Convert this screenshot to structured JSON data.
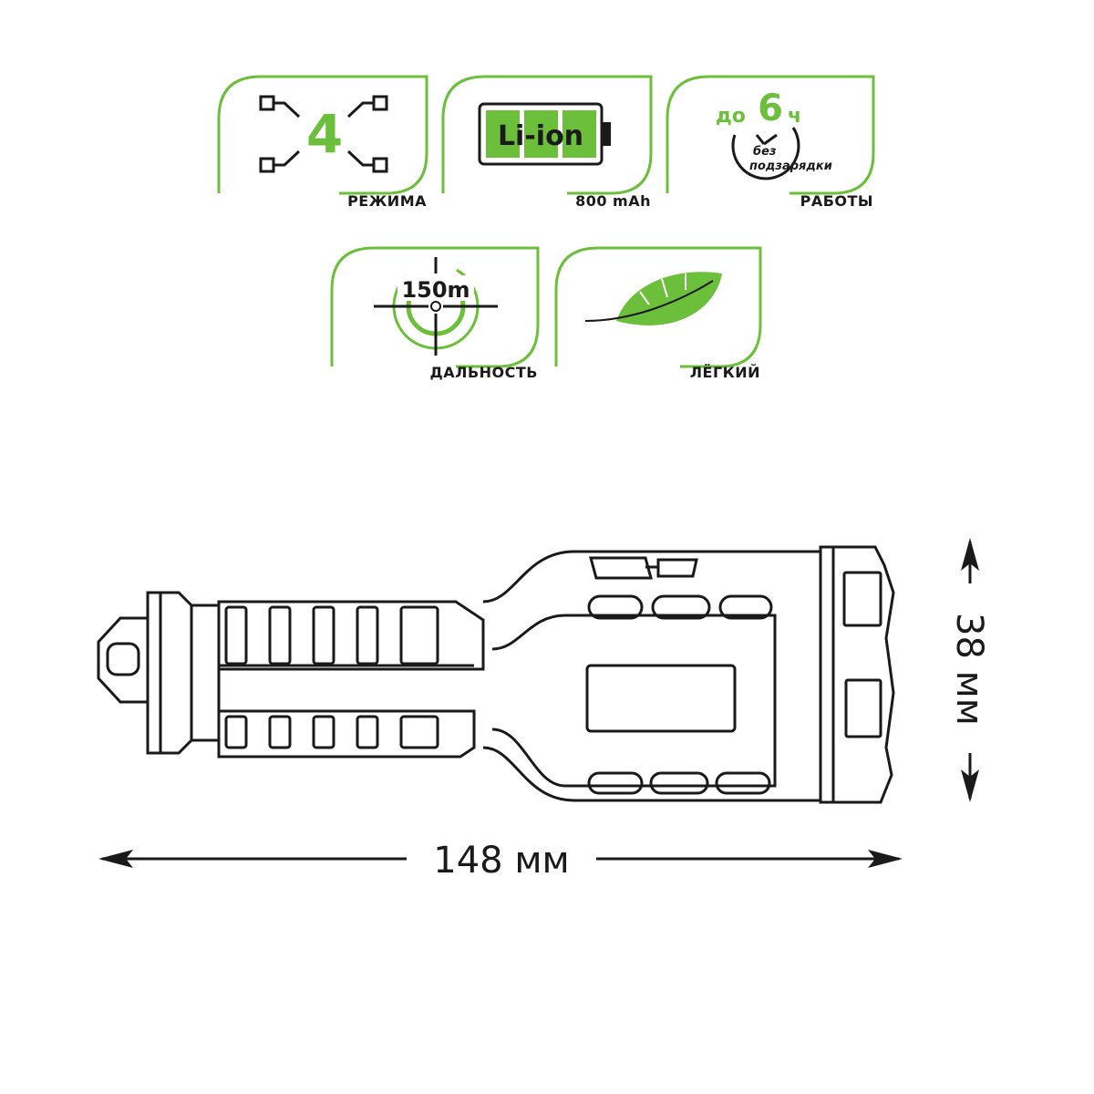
{
  "colors": {
    "accent": "#6cbf3a",
    "ink": "#1a1a1a"
  },
  "features": [
    {
      "id": "modes",
      "icon": "modes-icon",
      "value": "4",
      "label": "РЕЖИМА"
    },
    {
      "id": "battery",
      "icon": "battery-icon",
      "value": "Li-ion",
      "label": "800 mAh"
    },
    {
      "id": "runtime",
      "icon": "clock-icon",
      "prefix": "до",
      "value": "6",
      "suffix": "ч",
      "note_line1": "без",
      "note_line2": "подзарядки",
      "label": "РАБОТЫ"
    },
    {
      "id": "range",
      "icon": "crosshair-icon",
      "value": "150m",
      "label": "ДАЛЬНОСТЬ"
    },
    {
      "id": "light",
      "icon": "feather-icon",
      "label": "ЛЁГКИЙ"
    }
  ],
  "dimensions": {
    "length": "148 мм",
    "diameter": "38 мм"
  }
}
